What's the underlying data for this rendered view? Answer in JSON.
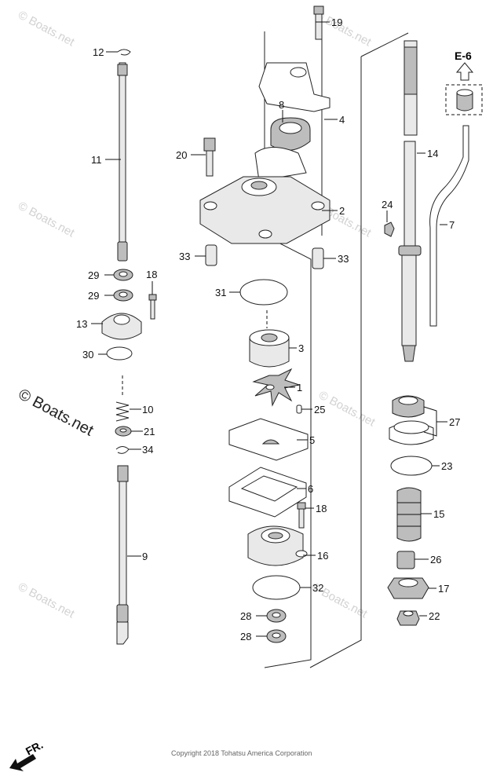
{
  "callouts": [
    {
      "id": "c1",
      "text": "1"
    },
    {
      "id": "c2",
      "text": "2"
    },
    {
      "id": "c3",
      "text": "3"
    },
    {
      "id": "c4",
      "text": "4"
    },
    {
      "id": "c5",
      "text": "5"
    },
    {
      "id": "c6",
      "text": "6"
    },
    {
      "id": "c7",
      "text": "7"
    },
    {
      "id": "c8",
      "text": "8"
    },
    {
      "id": "c9",
      "text": "9"
    },
    {
      "id": "c10",
      "text": "10"
    },
    {
      "id": "c11",
      "text": "11"
    },
    {
      "id": "c12",
      "text": "12"
    },
    {
      "id": "c13",
      "text": "13"
    },
    {
      "id": "c14",
      "text": "14"
    },
    {
      "id": "c15",
      "text": "15"
    },
    {
      "id": "c16",
      "text": "16"
    },
    {
      "id": "c17",
      "text": "17"
    },
    {
      "id": "c18a",
      "text": "18"
    },
    {
      "id": "c18b",
      "text": "18"
    },
    {
      "id": "c19",
      "text": "19"
    },
    {
      "id": "c20",
      "text": "20"
    },
    {
      "id": "c21",
      "text": "21"
    },
    {
      "id": "c22",
      "text": "22"
    },
    {
      "id": "c23",
      "text": "23"
    },
    {
      "id": "c24",
      "text": "24"
    },
    {
      "id": "c25",
      "text": "25"
    },
    {
      "id": "c26",
      "text": "26"
    },
    {
      "id": "c27",
      "text": "27"
    },
    {
      "id": "c28a",
      "text": "28"
    },
    {
      "id": "c28b",
      "text": "28"
    },
    {
      "id": "c29a",
      "text": "29"
    },
    {
      "id": "c29b",
      "text": "29"
    },
    {
      "id": "c30",
      "text": "30"
    },
    {
      "id": "c31",
      "text": "31"
    },
    {
      "id": "c32",
      "text": "32"
    },
    {
      "id": "c33a",
      "text": "33"
    },
    {
      "id": "c33b",
      "text": "33"
    },
    {
      "id": "c34",
      "text": "34"
    }
  ],
  "reference_label": "E-6",
  "watermark": "© Boats.net",
  "copyright": "Copyright 2018 Tohatsu America Corporation",
  "front_label": "FR.",
  "colors": {
    "ink": "#111111",
    "part_fill": "#e9e9e9",
    "part_dark": "#bdbdbd",
    "watermark": "#d2d2d2"
  }
}
